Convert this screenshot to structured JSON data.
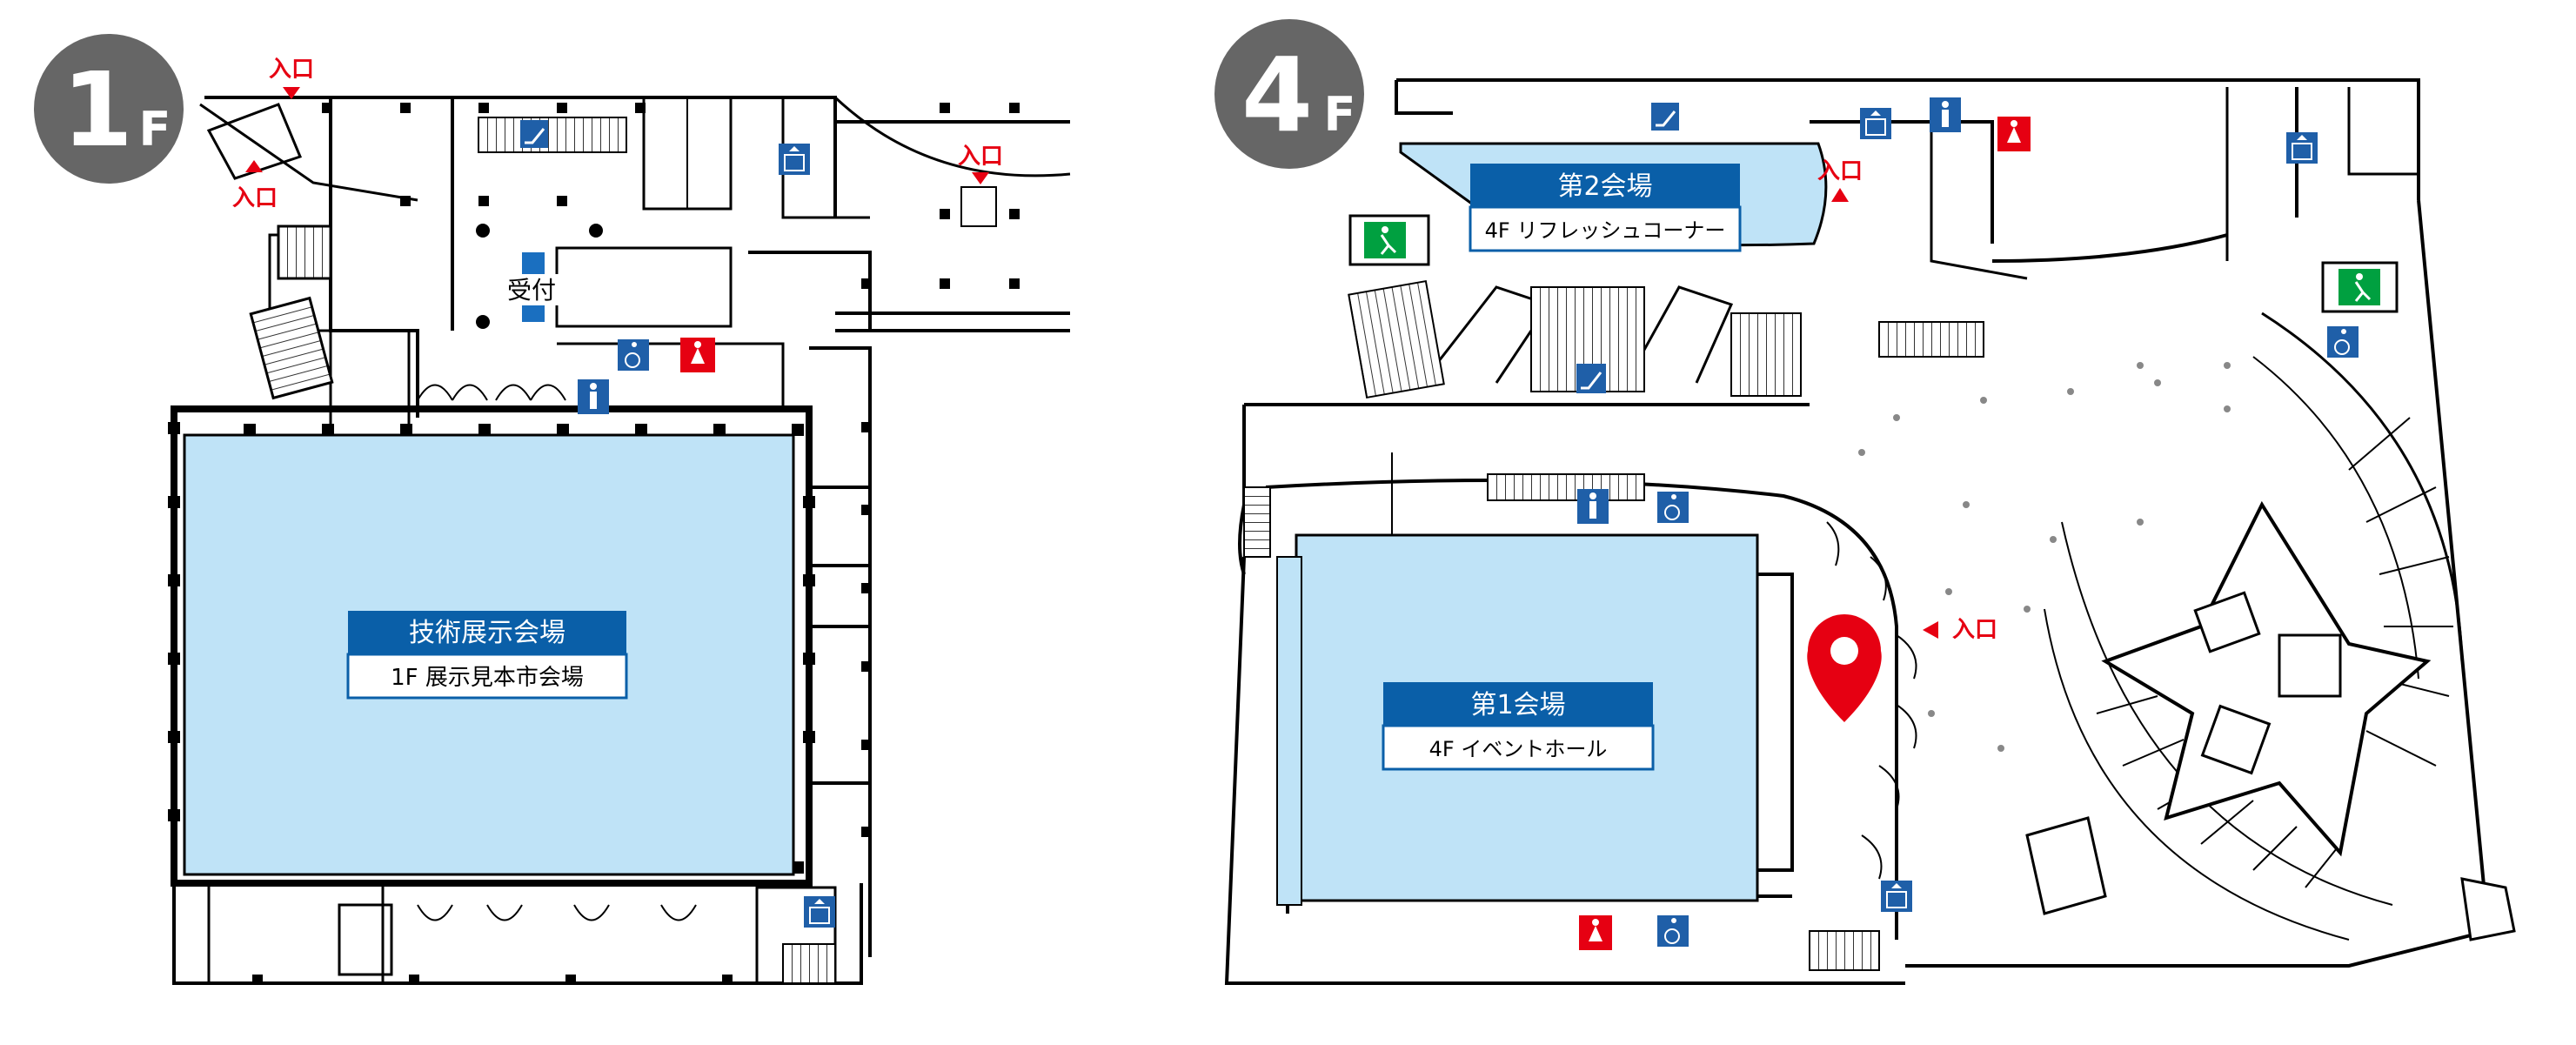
{
  "floors": [
    {
      "badge_number": "1",
      "badge_suffix": "F",
      "entrance_labels": [
        "入口",
        "入口",
        "入口"
      ],
      "reception_label": "受付",
      "venue": {
        "name": "技術展示会場",
        "subtitle": "1F 展示見本市会場"
      },
      "icons": [
        "escalator-icon",
        "elevator-icon",
        "wheelchair-icon",
        "womens-restroom-icon",
        "mens-restroom-icon",
        "elevator-icon"
      ]
    },
    {
      "badge_number": "4",
      "badge_suffix": "F",
      "entrance_labels": [
        "入口",
        "入口"
      ],
      "venues": [
        {
          "name": "第2会場",
          "subtitle": "4F リフレッシュコーナー"
        },
        {
          "name": "第1会場",
          "subtitle": "4F イベントホール"
        }
      ],
      "icons": [
        "escalator-icon",
        "elevator-icon",
        "mens-restroom-icon",
        "womens-restroom-icon",
        "elevator-icon",
        "emergency-exit-icon",
        "emergency-exit-icon",
        "wheelchair-icon",
        "escalator-icon",
        "mens-restroom-icon",
        "wheelchair-icon",
        "womens-restroom-icon",
        "wheelchair-icon",
        "elevator-icon",
        "location-pin-icon"
      ]
    }
  ],
  "colors": {
    "badge": "#666666",
    "venue_fill": "#bfe3f7",
    "venue_label": "#0a5fa8",
    "entrance_marker": "#e60012",
    "pictogram_blue": "#1f5fa8",
    "pictogram_red": "#e60012",
    "exit_green": "#00a040",
    "wall": "#000000"
  }
}
